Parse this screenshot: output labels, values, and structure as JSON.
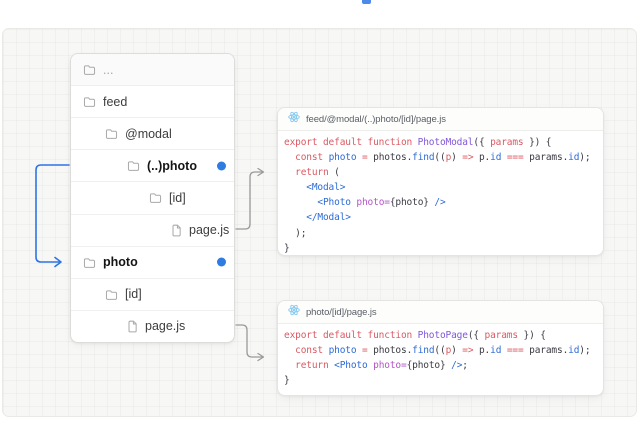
{
  "colors": {
    "accent_blue": "#2e74e5",
    "arrow_gray": "#9a9a9a",
    "dot_blue": "#2e7ce0",
    "syntax_keyword": "#da5a62",
    "syntax_function": "#8157d9",
    "syntax_variable": "#2e6bd6",
    "syntax_tag": "#2e6bd6",
    "syntax_attribute": "#b454c8",
    "syntax_plain": "#3b3b44"
  },
  "tree": {
    "rows": [
      {
        "label": "...",
        "icon": "folder-icon",
        "depth": 0,
        "muted": true,
        "bold": false,
        "dot": false
      },
      {
        "label": "feed",
        "icon": "folder-icon",
        "depth": 0,
        "muted": false,
        "bold": false,
        "dot": false
      },
      {
        "label": "@modal",
        "icon": "folder-icon",
        "depth": 1,
        "muted": false,
        "bold": false,
        "dot": false
      },
      {
        "label": "(..)photo",
        "icon": "folder-icon",
        "depth": 2,
        "muted": false,
        "bold": true,
        "dot": true
      },
      {
        "label": "[id]",
        "icon": "folder-icon",
        "depth": 3,
        "muted": false,
        "bold": false,
        "dot": false
      },
      {
        "label": "page.js",
        "icon": "file-icon",
        "depth": 4,
        "muted": false,
        "bold": false,
        "dot": false
      },
      {
        "label": "photo",
        "icon": "folder-icon",
        "depth": 0,
        "muted": false,
        "bold": true,
        "dot": true
      },
      {
        "label": "[id]",
        "icon": "folder-icon",
        "depth": 1,
        "muted": false,
        "bold": false,
        "dot": false
      },
      {
        "label": "page.js",
        "icon": "file-icon",
        "depth": 2,
        "muted": false,
        "bold": false,
        "dot": false
      }
    ]
  },
  "panels": [
    {
      "title": "feed/@modal/(..)photo/[id]/page.js",
      "icon": "react-icon",
      "lines": [
        [
          {
            "c": "kw",
            "t": "export default function "
          },
          {
            "c": "fn",
            "t": "PhotoModal"
          },
          {
            "c": "pl",
            "t": "({"
          },
          {
            "c": "kw",
            "t": " params "
          },
          {
            "c": "pl",
            "t": "}) {"
          }
        ],
        [
          {
            "c": "pl",
            "t": "  "
          },
          {
            "c": "kw",
            "t": "const "
          },
          {
            "c": "var",
            "t": "photo"
          },
          {
            "c": "pl",
            "t": " "
          },
          {
            "c": "kw",
            "t": "="
          },
          {
            "c": "pl",
            "t": " photos."
          },
          {
            "c": "var",
            "t": "find"
          },
          {
            "c": "pl",
            "t": "(("
          },
          {
            "c": "kw",
            "t": "p"
          },
          {
            "c": "pl",
            "t": ") "
          },
          {
            "c": "kw",
            "t": "=>"
          },
          {
            "c": "pl",
            "t": " p."
          },
          {
            "c": "var",
            "t": "id"
          },
          {
            "c": "pl",
            "t": " "
          },
          {
            "c": "kw",
            "t": "==="
          },
          {
            "c": "pl",
            "t": " params."
          },
          {
            "c": "var",
            "t": "id"
          },
          {
            "c": "pl",
            "t": ");"
          }
        ],
        [
          {
            "c": "pl",
            "t": "  "
          },
          {
            "c": "kw",
            "t": "return"
          },
          {
            "c": "pl",
            "t": " ("
          }
        ],
        [
          {
            "c": "pl",
            "t": "    "
          },
          {
            "c": "tag",
            "t": "<Modal>"
          }
        ],
        [
          {
            "c": "pl",
            "t": "      "
          },
          {
            "c": "tag",
            "t": "<Photo"
          },
          {
            "c": "attr",
            "t": " photo="
          },
          {
            "c": "pl",
            "t": "{photo}"
          },
          {
            "c": "tag",
            "t": " />"
          }
        ],
        [
          {
            "c": "pl",
            "t": "    "
          },
          {
            "c": "tag",
            "t": "</Modal>"
          }
        ],
        [
          {
            "c": "pl",
            "t": "  );"
          }
        ],
        [
          {
            "c": "pl",
            "t": "}"
          }
        ]
      ]
    },
    {
      "title": "photo/[id]/page.js",
      "icon": "react-icon",
      "lines": [
        [
          {
            "c": "kw",
            "t": "export default function "
          },
          {
            "c": "fn",
            "t": "PhotoPage"
          },
          {
            "c": "pl",
            "t": "({"
          },
          {
            "c": "kw",
            "t": " params "
          },
          {
            "c": "pl",
            "t": "}) {"
          }
        ],
        [
          {
            "c": "pl",
            "t": "  "
          },
          {
            "c": "kw",
            "t": "const "
          },
          {
            "c": "var",
            "t": "photo"
          },
          {
            "c": "pl",
            "t": " "
          },
          {
            "c": "kw",
            "t": "="
          },
          {
            "c": "pl",
            "t": " photos."
          },
          {
            "c": "var",
            "t": "find"
          },
          {
            "c": "pl",
            "t": "(("
          },
          {
            "c": "kw",
            "t": "p"
          },
          {
            "c": "pl",
            "t": ") "
          },
          {
            "c": "kw",
            "t": "=>"
          },
          {
            "c": "pl",
            "t": " p."
          },
          {
            "c": "var",
            "t": "id"
          },
          {
            "c": "pl",
            "t": " "
          },
          {
            "c": "kw",
            "t": "==="
          },
          {
            "c": "pl",
            "t": " params."
          },
          {
            "c": "var",
            "t": "id"
          },
          {
            "c": "pl",
            "t": ");"
          }
        ],
        [
          {
            "c": "pl",
            "t": "  "
          },
          {
            "c": "kw",
            "t": "return "
          },
          {
            "c": "tag",
            "t": "<Photo"
          },
          {
            "c": "attr",
            "t": " photo="
          },
          {
            "c": "pl",
            "t": "{photo}"
          },
          {
            "c": "tag",
            "t": " />"
          },
          {
            "c": "pl",
            "t": ";"
          }
        ],
        [
          {
            "c": "pl",
            "t": "}"
          }
        ]
      ]
    }
  ]
}
